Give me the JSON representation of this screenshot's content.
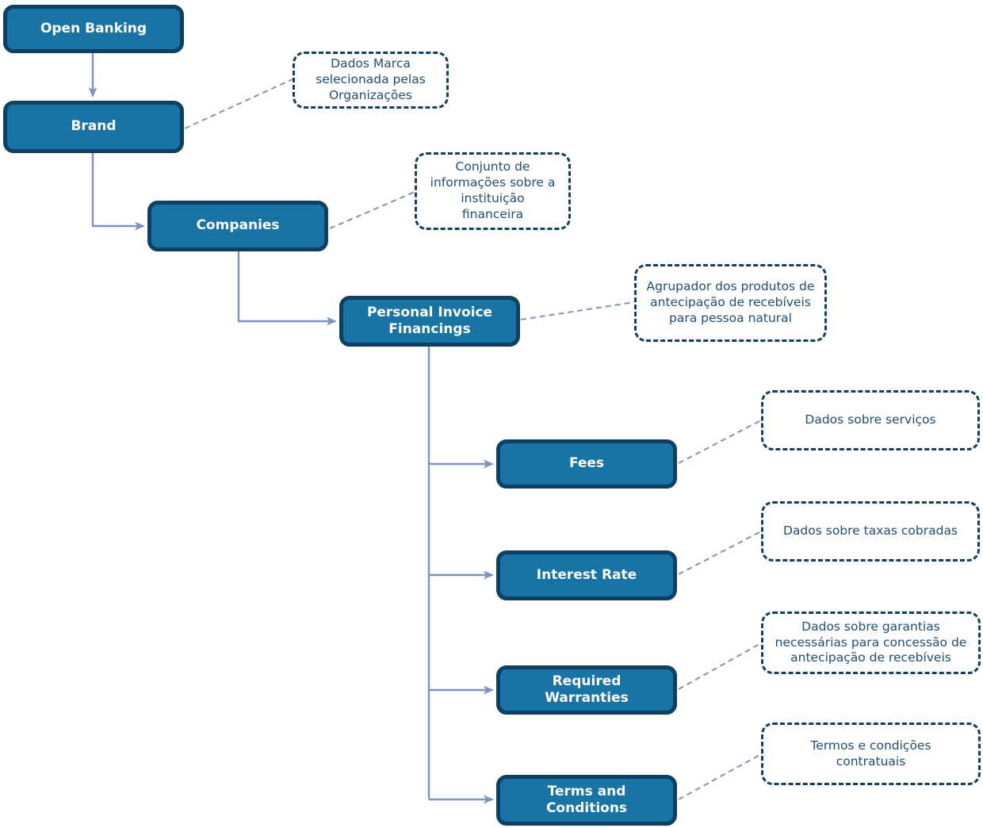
{
  "diagram": {
    "nodes": {
      "open_banking": {
        "label": "Open Banking"
      },
      "brand": {
        "label": "Brand"
      },
      "companies": {
        "label": "Companies"
      },
      "personal_invoice_financings": {
        "label": "Personal Invoice Financings"
      },
      "fees": {
        "label": "Fees"
      },
      "interest_rate": {
        "label": "Interest Rate"
      },
      "required_warranties": {
        "label": "Required Warranties"
      },
      "terms_and_conditions": {
        "label": "Terms and Conditions"
      }
    },
    "annotations": {
      "brand_note": {
        "text": "Dados Marca selecionada pelas Organizações"
      },
      "companies_note": {
        "text": "Conjunto de informações sobre a instituição financeira"
      },
      "personal_invoice_financings_note": {
        "text": "Agrupador dos produtos de antecipação de recebíveis para pessoa natural"
      },
      "fees_note": {
        "text": "Dados sobre serviços"
      },
      "interest_rate_note": {
        "text": "Dados sobre taxas cobradas"
      },
      "required_warranties_note": {
        "text": "Dados sobre garantias necessárias para concessão de antecipação de recebíveis"
      },
      "terms_and_conditions_note": {
        "text": "Termos e condições contratuais"
      }
    },
    "colors": {
      "node_fill": "#1874A5",
      "node_border": "#0D4063",
      "node_text": "#FFFFFF",
      "annotation_border": "#104067",
      "annotation_text": "#1D4E7E",
      "connector": "#7E92C8",
      "background": "#FFFFFF"
    }
  }
}
